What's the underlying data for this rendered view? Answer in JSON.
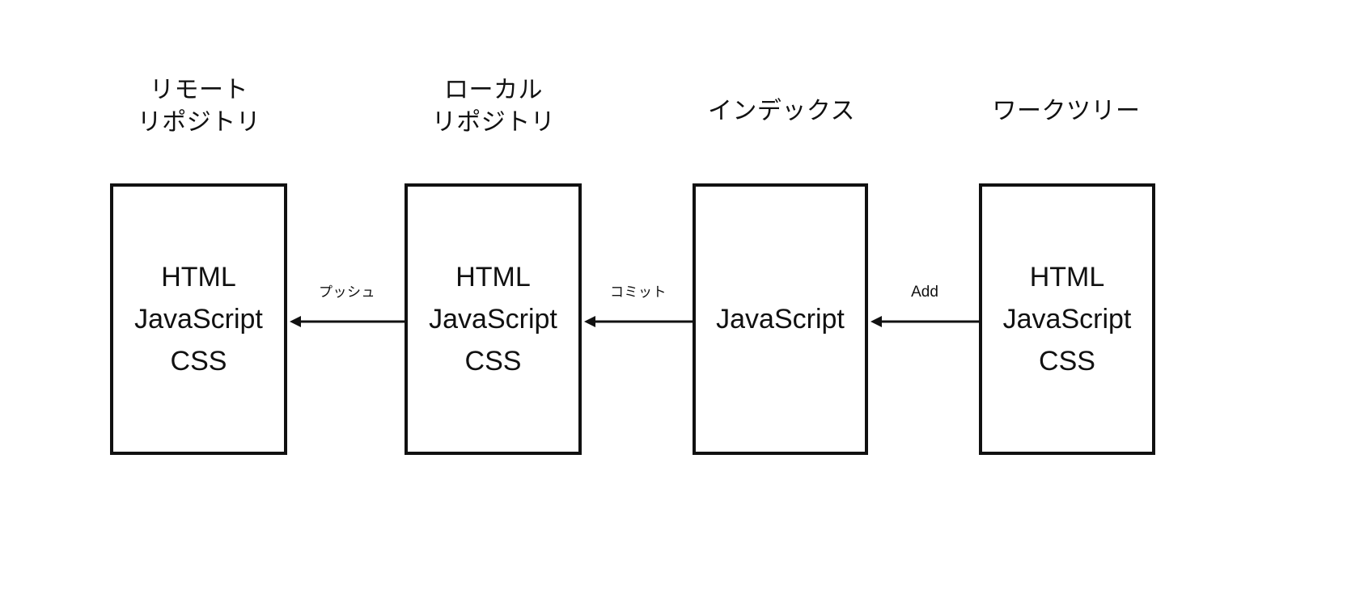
{
  "diagram": {
    "title_sequence": [
      "リモート\nリポジトリ",
      "ローカル\nリポジトリ",
      "インデックス",
      "ワークツリー"
    ],
    "stroke_color": "#111111",
    "background_color": "#ffffff",
    "columns": [
      {
        "id": "remote-repository",
        "title": "リモート\nリポジトリ",
        "contents": [
          "HTML",
          "JavaScript",
          "CSS"
        ]
      },
      {
        "id": "local-repository",
        "title": "ローカル\nリポジトリ",
        "contents": [
          "HTML",
          "JavaScript",
          "CSS"
        ]
      },
      {
        "id": "index",
        "title": "インデックス",
        "contents": [
          "JavaScript"
        ]
      },
      {
        "id": "work-tree",
        "title": "ワークツリー",
        "contents": [
          "HTML",
          "JavaScript",
          "CSS"
        ]
      }
    ],
    "arrows": [
      {
        "id": "push",
        "label": "プッシュ",
        "from": "local-repository",
        "to": "remote-repository",
        "direction": "left"
      },
      {
        "id": "commit",
        "label": "コミット",
        "from": "index",
        "to": "local-repository",
        "direction": "left"
      },
      {
        "id": "add",
        "label": "Add",
        "from": "work-tree",
        "to": "index",
        "direction": "left"
      }
    ]
  }
}
